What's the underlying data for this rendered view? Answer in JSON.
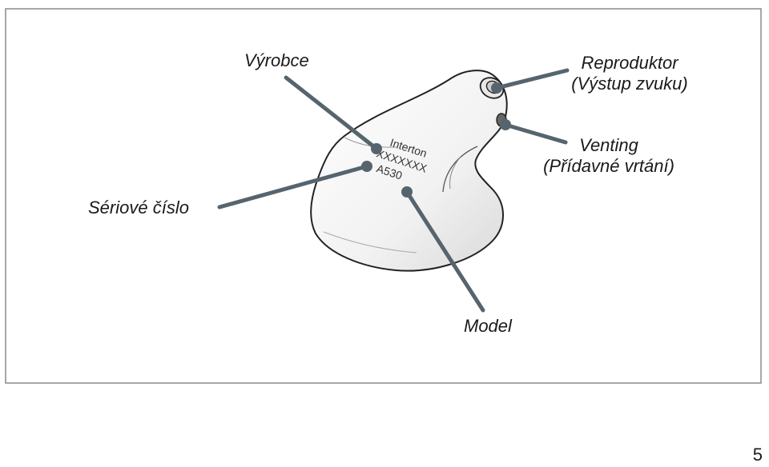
{
  "diagram": {
    "device_print": {
      "brand": "Interton",
      "serial": "XXXXXXX",
      "model": "A530"
    },
    "callouts": {
      "manufacturer": "Výrobce",
      "serial_number": "Sériové číslo",
      "speaker_line1": "Reproduktor",
      "speaker_line2": "(Výstup zvuku)",
      "venting_line1": "Venting",
      "venting_line2": "(Přídavné vrtání)",
      "model": "Model"
    },
    "colors": {
      "leader_line": "#56646e",
      "border": "#8a8a8a",
      "device_outline": "#222222"
    }
  },
  "page": {
    "number": "5"
  }
}
